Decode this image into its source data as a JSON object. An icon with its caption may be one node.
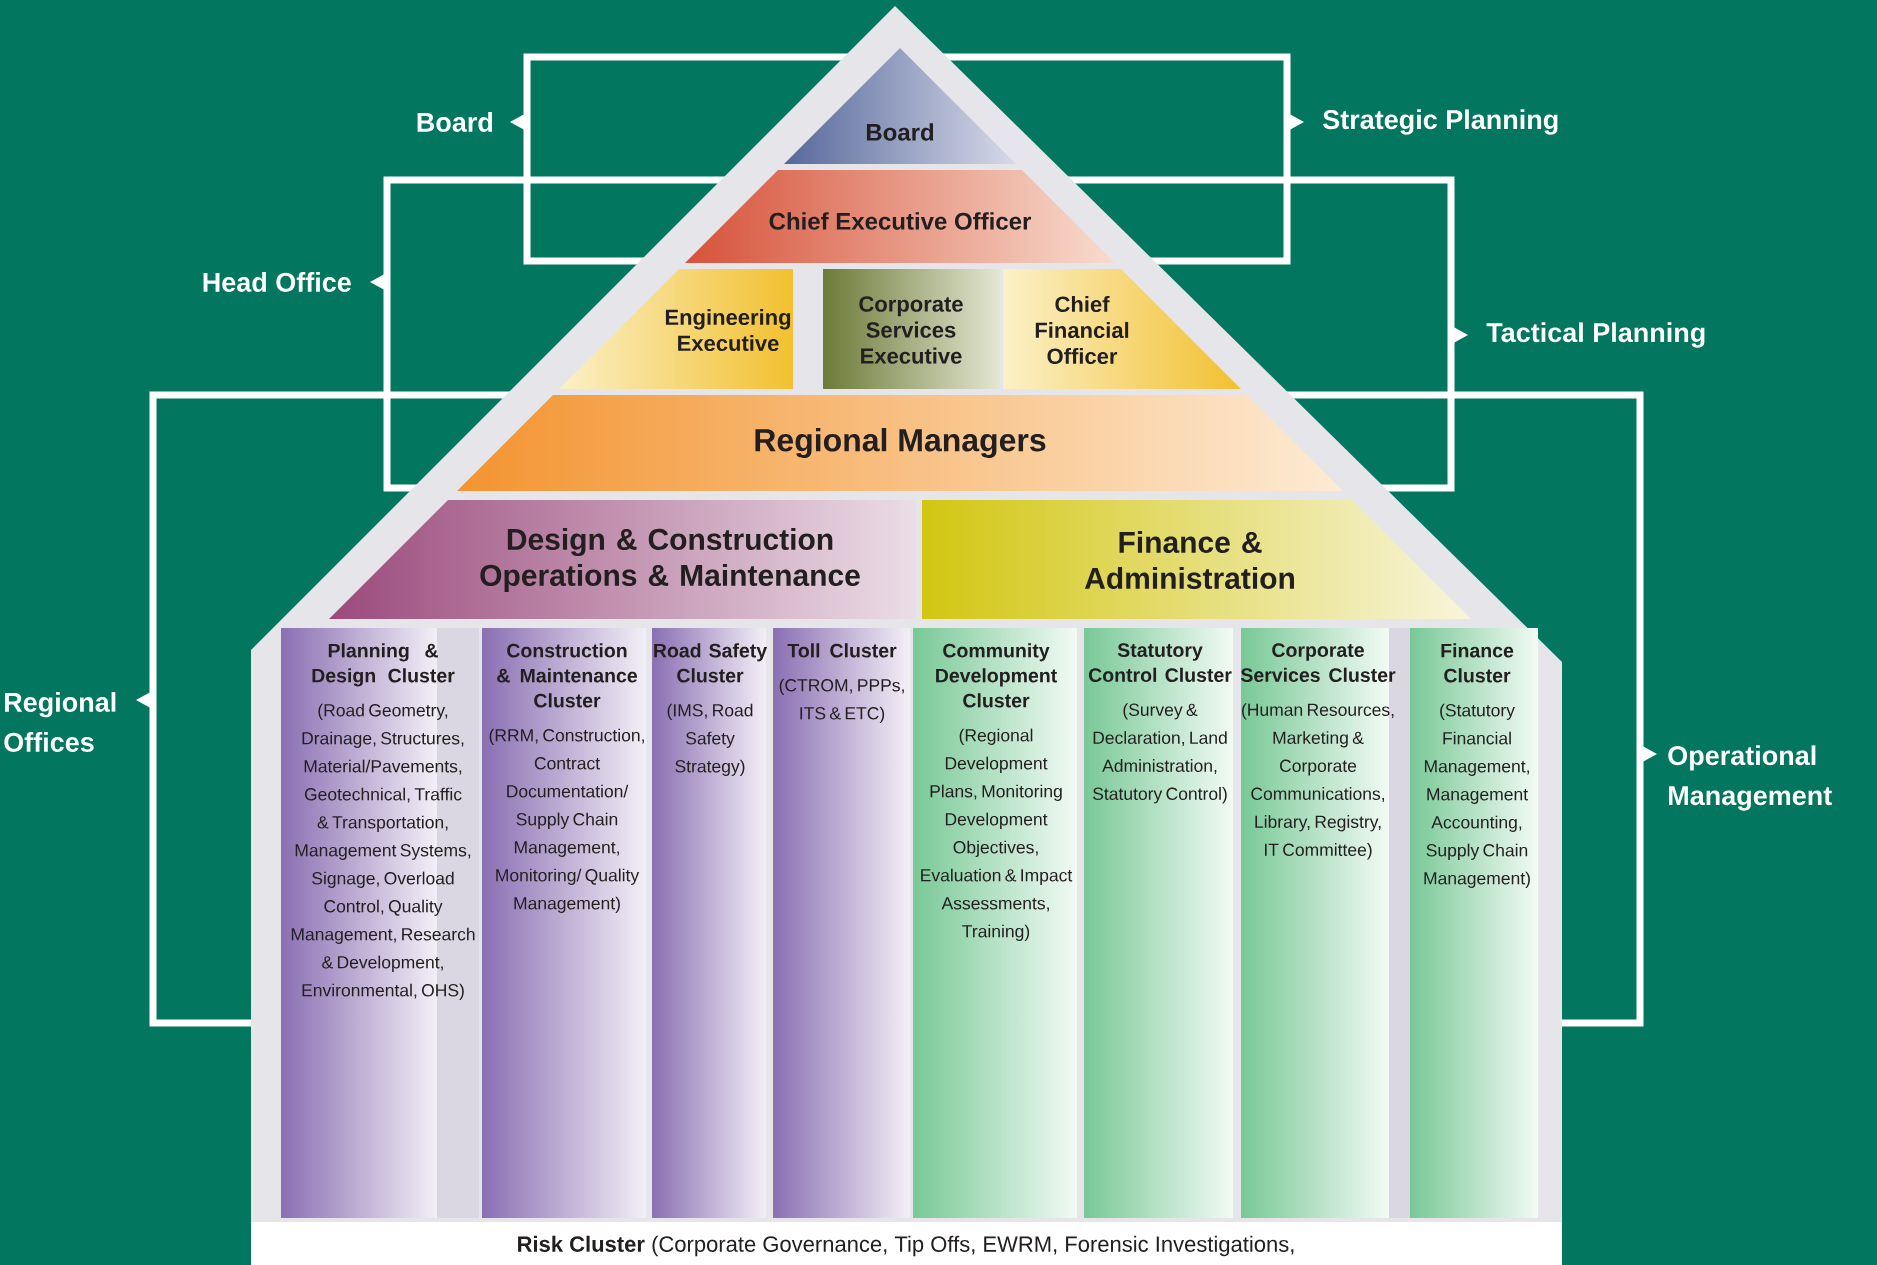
{
  "diagram": {
    "nodes": [
      {
        "text": [
          "Board"
        ]
      },
      {
        "text": [
          "Chief Executive Officer"
        ]
      },
      {
        "text": [
          "Engineering Executive"
        ]
      },
      {
        "text": [
          "Corporate Services Executive"
        ]
      },
      {
        "text": [
          "Chief Financial Officer"
        ]
      },
      {
        "text": [
          "Regional Managers"
        ]
      },
      {
        "text": [
          "Design & Construction Operations & Maintenance"
        ]
      },
      {
        "text": [
          "Finance & Administration"
        ]
      },
      {
        "text": [
          "Planning & Design Cluster",
          "(Road Geometry, Drainage, Structures, Material/Pavements, Geotechnical, Traffic & Transportation, Management Systems, Signage, Overload Control, Quality Management, Research & Development, Environmental, OHS)"
        ]
      },
      {
        "text": [
          "Construction & Maintenance Cluster",
          "(RRM, Construction, Contract Documentation/ Supply Chain Management, Monitoring/ Quality Management)"
        ]
      },
      {
        "text": [
          "Road Safety Cluster",
          "(IMS, Road Safety Strategy)"
        ]
      },
      {
        "text": [
          "Toll Cluster",
          "(CTROM, PPPs, ITS & ETC)"
        ]
      },
      {
        "text": [
          "Community Development Cluster",
          "(Regional Development Plans, Monitoring Development Objectives, Evaluation & Impact Assessments, Training)"
        ]
      },
      {
        "text": [
          "Statutory Control Cluster",
          "(Survey & Declaration, Land Administration, Statutory Control)"
        ]
      },
      {
        "text": [
          "Corporate Services Cluster",
          "(Human Resources, Marketing & Corporate Communications, Library, Registry, IT Committee)"
        ]
      },
      {
        "text": [
          "Finance Cluster",
          "(Statutory Financial Management, Management Accounting, Supply Chain Management)"
        ]
      },
      {
        "text": [
          "**Risk Cluster** (Corporate Governance, Tip Offs, EWRM, Forensic Investigations,"
        ]
      }
    ],
    "labels": [
      "Board",
      "Strategic Planning",
      "Head Office",
      "Tactical Planning",
      "Regional Offices",
      "Operational Management"
    ]
  }
}
